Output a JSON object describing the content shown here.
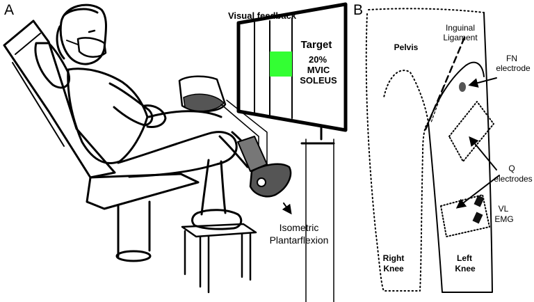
{
  "panels": {
    "a": {
      "letter": "A",
      "visual_feedback_label": "Visual feedback",
      "monitor": {
        "target_title": "Target",
        "target_value": "20%",
        "target_unit": "MVIC",
        "target_muscle": "SOLEUS",
        "target_color": "#33ff33"
      },
      "action_label_line1": "Isometric",
      "action_label_line2": "Plantarflexion"
    },
    "b": {
      "letter": "B",
      "inguinal_line1": "Inguinal",
      "inguinal_line2": "Ligament",
      "pelvis_label": "Pelvis",
      "fn_line1": "FN",
      "fn_line2": "electrode",
      "q_line1": "Q",
      "q_line2": "electrodes",
      "vl_line1": "VL",
      "vl_line2": "EMG",
      "right_knee_line1": "Right",
      "right_knee_line2": "Knee",
      "left_knee_line1": "Left",
      "left_knee_line2": "Knee",
      "fn_electrode_color": "#555555",
      "vl_emg_color": "#111111"
    }
  }
}
